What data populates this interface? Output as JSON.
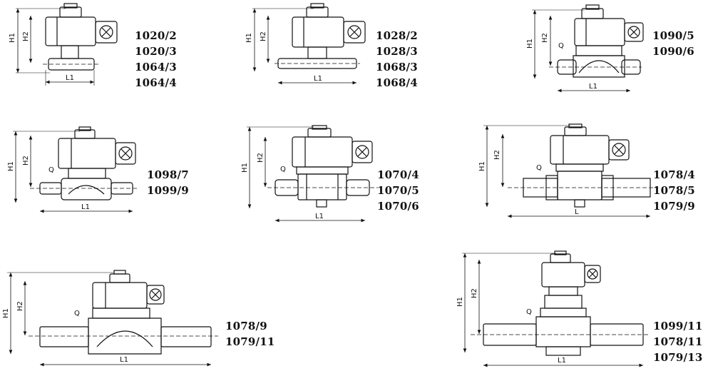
{
  "labels": {
    "h1": "H1",
    "h2": "H2",
    "l1": "L1",
    "l": "L",
    "q": "Q"
  },
  "groups": [
    {
      "models": [
        "1020/2",
        "1020/3",
        "1064/3",
        "1064/4"
      ]
    },
    {
      "models": [
        "1028/2",
        "1028/3",
        "1068/3",
        "1068/4"
      ]
    },
    {
      "models": [
        "1090/5",
        "1090/6"
      ]
    },
    {
      "models": [
        "1098/7",
        "1099/9"
      ]
    },
    {
      "models": [
        "1070/4",
        "1070/5",
        "1070/6"
      ]
    },
    {
      "models": [
        "1078/4",
        "1078/5",
        "1079/9"
      ]
    },
    {
      "models": [
        "1078/9",
        "1079/11"
      ]
    },
    {
      "models": [
        "1099/11",
        "1078/11",
        "1079/13"
      ]
    }
  ]
}
